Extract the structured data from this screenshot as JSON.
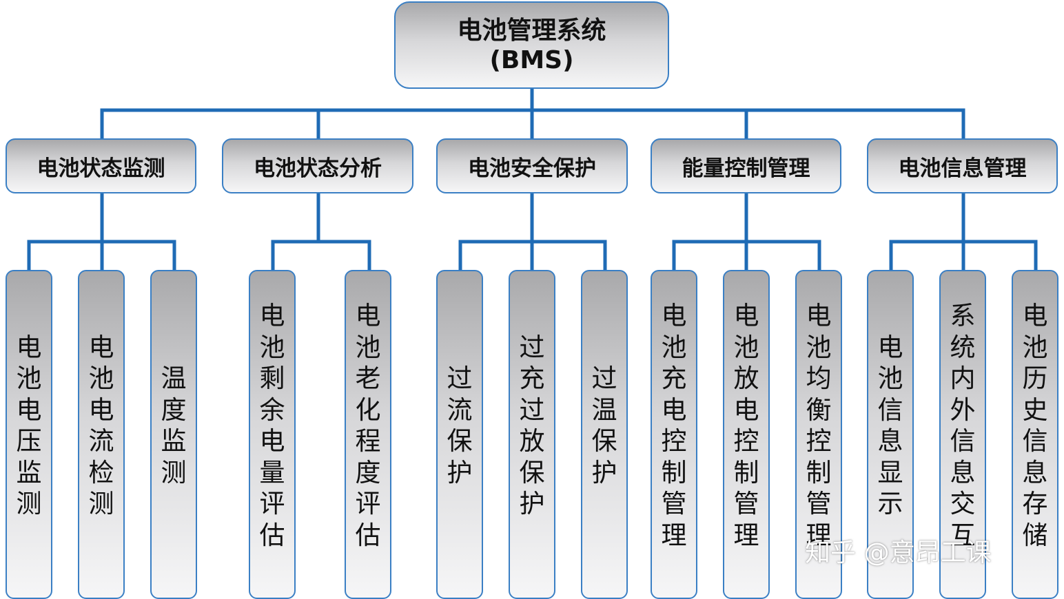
{
  "root": {
    "line1": "电池管理系统",
    "line2": "(BMS)"
  },
  "categories": [
    {
      "label": "电池状态监测",
      "items": [
        "电池电压监测",
        "电池电流检测",
        "温度监测"
      ]
    },
    {
      "label": "电池状态分析",
      "items": [
        "电池剩余电量评估",
        "电池老化程度评估"
      ]
    },
    {
      "label": "电池安全保护",
      "items": [
        "过流保护",
        "过充过放保护",
        "过温保护"
      ]
    },
    {
      "label": "能量控制管理",
      "items": [
        "电池充电控制管理",
        "电池放电控制管理",
        "电池均衡控制管理"
      ]
    },
    {
      "label": "电池信息管理",
      "items": [
        "电池信息显示",
        "系统内外信息交互",
        "电池历史信息存储"
      ]
    }
  ],
  "watermark": "知乎 @意昂工课",
  "colors": {
    "connector": "#1f6bb5",
    "border": "#3a7fc4",
    "fill_top": "#a9a9ab",
    "fill_bottom": "#f6f6f7"
  }
}
